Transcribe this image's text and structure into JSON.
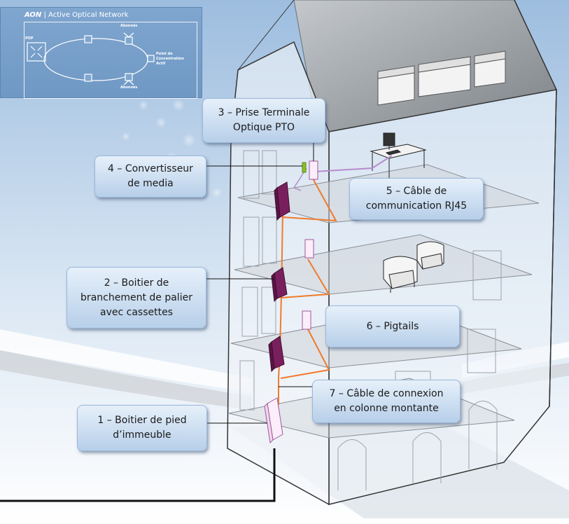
{
  "aon_inset": {
    "title_bold": "AON",
    "title_rest": "| Active Optical Network",
    "pop": "POP",
    "abonnes_top": "Abonnés",
    "abonnes_bottom": "Abonnés",
    "concentration_1": "Point de",
    "concentration_2": "Concentration",
    "concentration_3": "Actif"
  },
  "callouts": {
    "c1": {
      "line1": "1 – Boitier de pied",
      "line2": "d’immeuble"
    },
    "c2": {
      "line1": "2 – Boitier de",
      "line2": "branchement de palier",
      "line3": "avec cassettes"
    },
    "c3": {
      "line1": "3 – Prise Terminale",
      "line2": "Optique PTO"
    },
    "c4": {
      "line1": "4 – Convertisseur",
      "line2": "de media"
    },
    "c5": {
      "line1": "5 – Câble de",
      "line2": "communication RJ45"
    },
    "c6": {
      "line1": "6 – Pigtails"
    },
    "c7": {
      "line1": "7 – Câble de connexion",
      "line2": "en colonne montante"
    }
  },
  "colors": {
    "fiber": "#f07a2c",
    "box": "#7a1f5e",
    "rj45": "#b58ccf",
    "callout_border": "#9ab8da",
    "inset_bg": "#7fa6cf"
  }
}
